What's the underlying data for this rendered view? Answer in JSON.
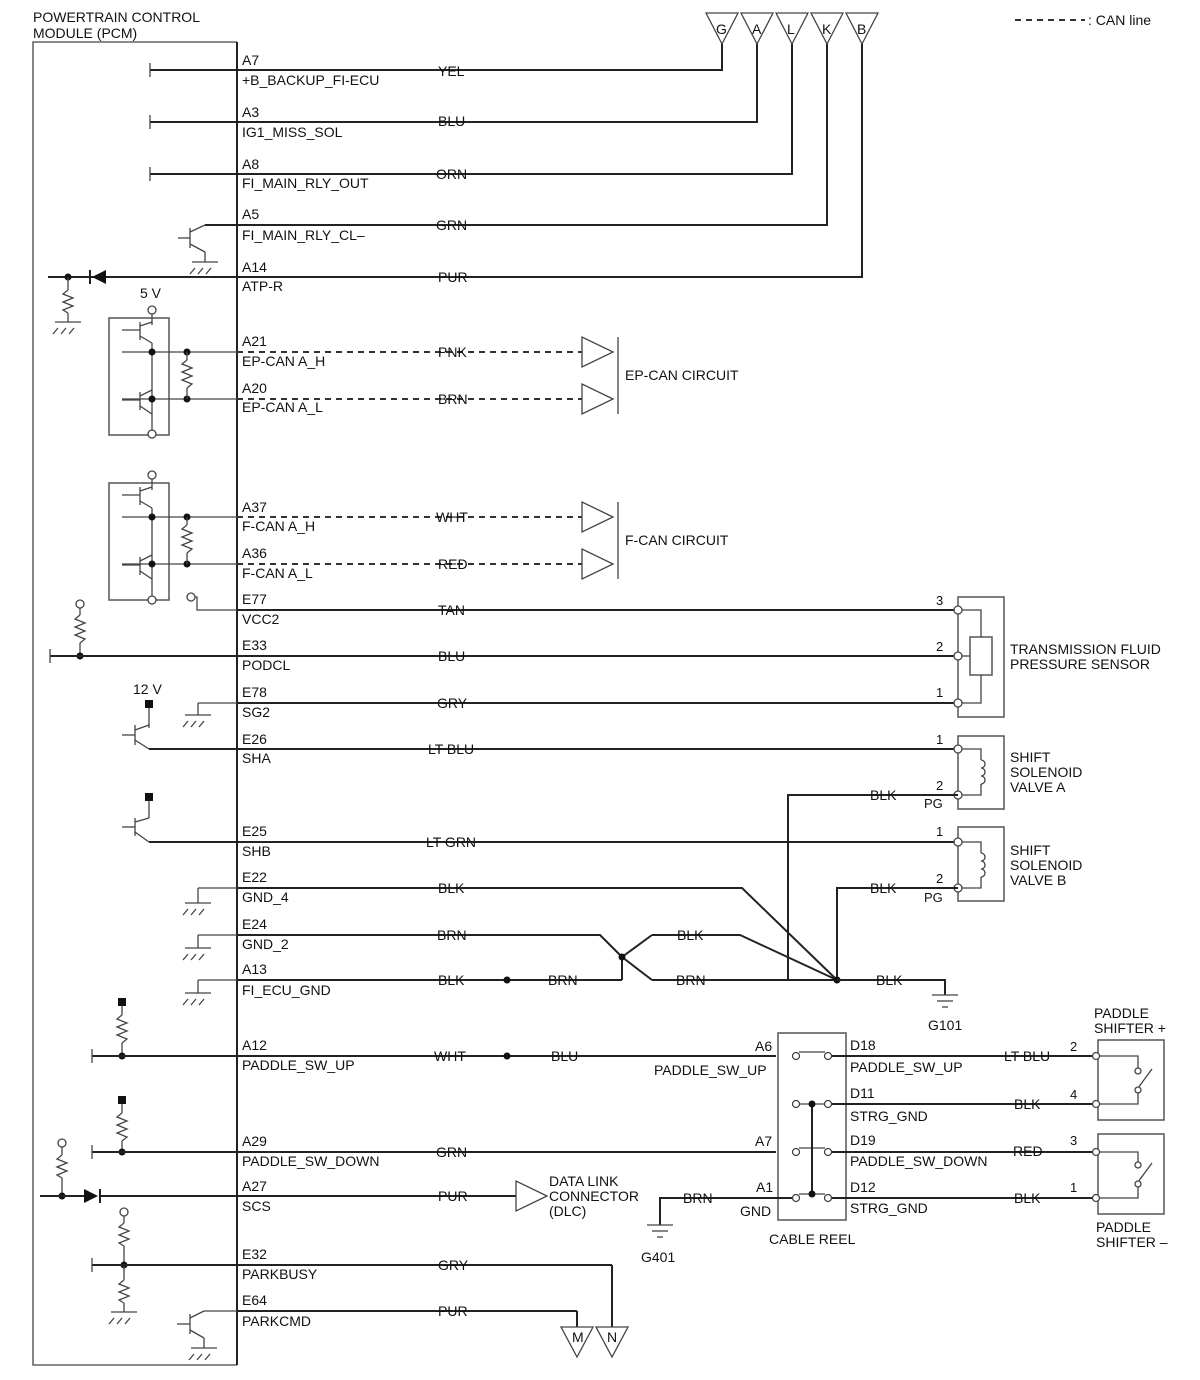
{
  "title": {
    "line1": "POWERTRAIN CONTROL",
    "line2": "MODULE (PCM)"
  },
  "legend": {
    "label": ": CAN line"
  },
  "top_connectors": [
    "G",
    "A",
    "L",
    "K",
    "B"
  ],
  "pins": [
    {
      "pin": "A7",
      "signal": "+B_BACKUP_FI-ECU",
      "wire": "YEL"
    },
    {
      "pin": "A3",
      "signal": "IG1_MISS_SOL",
      "wire": "BLU"
    },
    {
      "pin": "A8",
      "signal": "FI_MAIN_RLY_OUT",
      "wire": "ORN"
    },
    {
      "pin": "A5",
      "signal": "FI_MAIN_RLY_CL–",
      "wire": "GRN"
    },
    {
      "pin": "A14",
      "signal": "ATP-R",
      "wire": "PUR"
    },
    {
      "pin": "A21",
      "signal": "EP-CAN A_H",
      "wire": "PNK"
    },
    {
      "pin": "A20",
      "signal": "EP-CAN A_L",
      "wire": "BRN"
    },
    {
      "pin": "A37",
      "signal": "F-CAN A_H",
      "wire": "WHT"
    },
    {
      "pin": "A36",
      "signal": "F-CAN A_L",
      "wire": "RED"
    },
    {
      "pin": "E77",
      "signal": "VCC2",
      "wire": "TAN"
    },
    {
      "pin": "E33",
      "signal": "PODCL",
      "wire": "BLU"
    },
    {
      "pin": "E78",
      "signal": "SG2",
      "wire": "GRY"
    },
    {
      "pin": "E26",
      "signal": "SHA",
      "wire": "LT BLU"
    },
    {
      "pin": "E25",
      "signal": "SHB",
      "wire": "LT GRN"
    },
    {
      "pin": "E22",
      "signal": "GND_4",
      "wire": "BLK"
    },
    {
      "pin": "E24",
      "signal": "GND_2",
      "wire": "BRN"
    },
    {
      "pin": "A13",
      "signal": "FI_ECU_GND",
      "wire": "BLK"
    },
    {
      "pin": "A12",
      "signal": "PADDLE_SW_UP",
      "wire": "WHT"
    },
    {
      "pin": "A29",
      "signal": "PADDLE_SW_DOWN",
      "wire": "GRN"
    },
    {
      "pin": "A27",
      "signal": "SCS",
      "wire": "PUR"
    },
    {
      "pin": "E32",
      "signal": "PARKBUSY",
      "wire": "GRY"
    },
    {
      "pin": "E64",
      "signal": "PARKCMD",
      "wire": "PUR"
    }
  ],
  "supplies": {
    "v5": "5 V",
    "v12": "12 V"
  },
  "can_circuits": {
    "ep": "EP-CAN CIRCUIT",
    "f": "F-CAN CIRCUIT"
  },
  "components": {
    "tfp_sensor": {
      "line1": "TRANSMISSION FLUID",
      "line2": "PRESSURE SENSOR",
      "pins": [
        "3",
        "2",
        "1"
      ]
    },
    "ssv_a": {
      "line1": "SHIFT",
      "line2": "SOLENOID",
      "line3": "VALVE A",
      "pin1": "1",
      "pin2": "2",
      "pg": "PG",
      "wire": "BLK"
    },
    "ssv_b": {
      "line1": "SHIFT",
      "line2": "SOLENOID",
      "line3": "VALVE B",
      "pin1": "1",
      "pin2": "2",
      "pg": "PG",
      "wire": "BLK"
    },
    "ground_splice": {
      "w_brn_in": "BRN",
      "w_blk_top": "BLK",
      "w_brn_out": "BRN",
      "w_blk_out": "BLK",
      "ground": "G101"
    },
    "paddle_up_wire": "BLU",
    "cable_reel": {
      "label": "CABLE REEL",
      "left": [
        {
          "pin": "A6",
          "signal": "PADDLE_SW_UP"
        },
        {
          "pin": "A7",
          "signal": ""
        },
        {
          "pin": "A1",
          "signal": "GND"
        }
      ],
      "right": [
        {
          "pin": "D18",
          "signal": "PADDLE_SW_UP",
          "wire": "LT BLU"
        },
        {
          "pin": "D11",
          "signal": "STRG_GND",
          "wire": "BLK"
        },
        {
          "pin": "D19",
          "signal": "PADDLE_SW_DOWN",
          "wire": "RED"
        },
        {
          "pin": "D12",
          "signal": "STRG_GND",
          "wire": "BLK"
        }
      ],
      "gnd_wire": "BRN",
      "gnd": "G401"
    },
    "paddle_plus": {
      "line1": "PADDLE",
      "line2": "SHIFTER +",
      "pins": [
        "2",
        "4"
      ]
    },
    "paddle_minus": {
      "line1": "PADDLE",
      "line2": "SHIFTER –",
      "pins": [
        "3",
        "1"
      ]
    },
    "dlc": {
      "line1": "DATA LINK",
      "line2": "CONNECTOR",
      "line3": "(DLC)"
    },
    "bottom_connectors": [
      "M",
      "N"
    ]
  }
}
